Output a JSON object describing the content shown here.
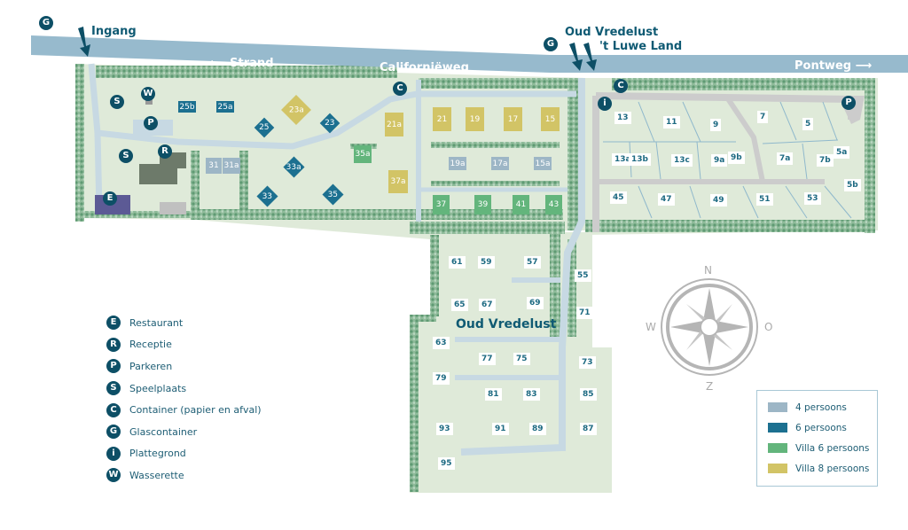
{
  "colors": {
    "road": "#97bacd",
    "park_bg": "#deeadb",
    "path": "#c7d9e3",
    "hedge": "#7fae8d",
    "pin": "#0d4f66",
    "four_persons": "#9db6c6",
    "six_persons": "#1c7090",
    "villa_six": "#63b57c",
    "villa_eight": "#d2c466",
    "restaurant": "#5c5a95",
    "reception": "#6d7a6a",
    "label_text": "#0f5a73"
  },
  "roads": {
    "main": "Californiëweg",
    "left_direction": "Strand",
    "right_direction": "Pontweg"
  },
  "entrances": {
    "main": "Ingang",
    "secondary_line1": "Oud Vredelust",
    "secondary_line2": "'t Luwe Land"
  },
  "area_label": "Oud Vredelust",
  "pins": {
    "E": "E",
    "R": "R",
    "P": "P",
    "S": "S",
    "C": "C",
    "G": "G",
    "i": "i",
    "W": "W"
  },
  "houses_west": [
    {
      "id": "25b",
      "type": "six_persons"
    },
    {
      "id": "25a",
      "type": "six_persons"
    },
    {
      "id": "23a",
      "type": "villa_eight"
    },
    {
      "id": "25",
      "type": "six_persons"
    },
    {
      "id": "23",
      "type": "six_persons"
    },
    {
      "id": "21a",
      "type": "villa_eight"
    },
    {
      "id": "31",
      "type": "four_persons"
    },
    {
      "id": "31a",
      "type": "four_persons"
    },
    {
      "id": "33a",
      "type": "six_persons"
    },
    {
      "id": "35a",
      "type": "villa_six"
    },
    {
      "id": "37a",
      "type": "villa_eight"
    },
    {
      "id": "33",
      "type": "six_persons"
    },
    {
      "id": "35",
      "type": "six_persons"
    },
    {
      "id": "21",
      "type": "villa_eight"
    },
    {
      "id": "19",
      "type": "villa_eight"
    },
    {
      "id": "17",
      "type": "villa_eight"
    },
    {
      "id": "15",
      "type": "villa_eight"
    },
    {
      "id": "19a",
      "type": "four_persons"
    },
    {
      "id": "17a",
      "type": "four_persons"
    },
    {
      "id": "15a",
      "type": "four_persons"
    },
    {
      "id": "37",
      "type": "villa_six"
    },
    {
      "id": "39",
      "type": "villa_six"
    },
    {
      "id": "41",
      "type": "villa_six"
    },
    {
      "id": "43",
      "type": "villa_six"
    }
  ],
  "plots_east": [
    "13",
    "11",
    "9",
    "7",
    "5",
    "13a",
    "13b",
    "13c",
    "9a",
    "9b",
    "7a",
    "7b",
    "5a",
    "5b",
    "45",
    "47",
    "49",
    "51",
    "53"
  ],
  "plots_south": [
    "61",
    "59",
    "57",
    "55",
    "65",
    "67",
    "69",
    "71",
    "63",
    "77",
    "75",
    "73",
    "79",
    "81",
    "83",
    "85",
    "93",
    "91",
    "89",
    "87",
    "95"
  ],
  "legend": [
    {
      "pin": "E",
      "label": "Restaurant"
    },
    {
      "pin": "R",
      "label": "Receptie"
    },
    {
      "pin": "P",
      "label": "Parkeren"
    },
    {
      "pin": "S",
      "label": "Speelplaats"
    },
    {
      "pin": "C",
      "label": "Container (papier en afval)"
    },
    {
      "pin": "G",
      "label": "Glascontainer"
    },
    {
      "pin": "i",
      "label": "Plattegrond"
    },
    {
      "pin": "W",
      "label": "Wasserette"
    }
  ],
  "accommodation_types": [
    {
      "key": "four_persons",
      "label": "4 persoons",
      "color": "#9db6c6"
    },
    {
      "key": "six_persons",
      "label": "6 persoons",
      "color": "#1c7090"
    },
    {
      "key": "villa_six",
      "label": "Villa 6 persoons",
      "color": "#63b57c"
    },
    {
      "key": "villa_eight",
      "label": "Villa 8 persoons",
      "color": "#d2c466"
    }
  ],
  "compass": {
    "north": "N",
    "east": "O",
    "south": "Z",
    "west": "W"
  }
}
